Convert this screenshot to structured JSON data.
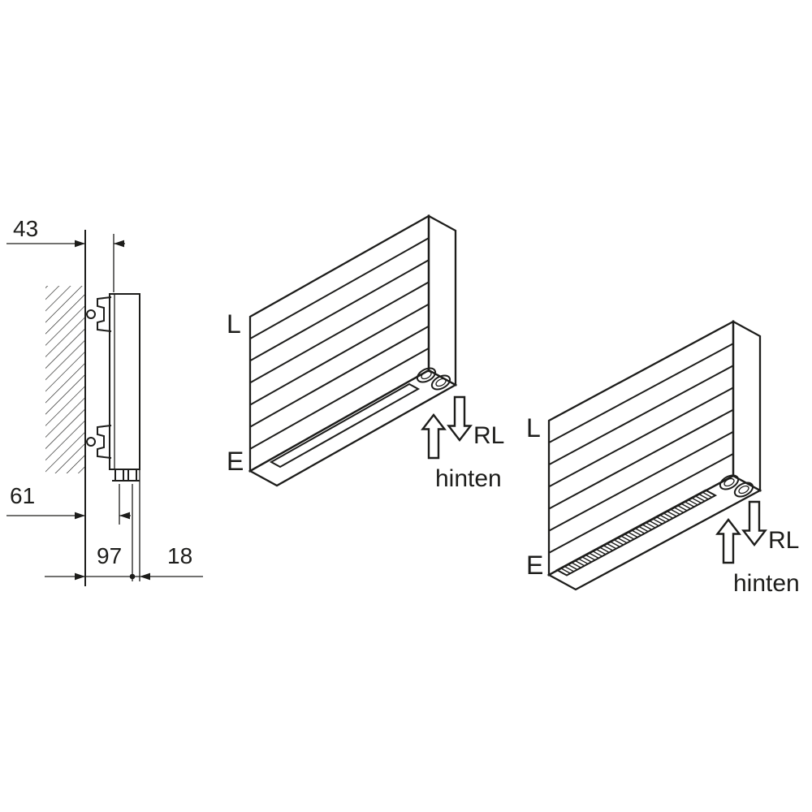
{
  "colors": {
    "line": "#1d1d1b",
    "background": "#ffffff"
  },
  "side_view": {
    "dim_wall_offset": "43",
    "dim_pipe1": "61",
    "dim_pipe2": "97",
    "dim_front": "18"
  },
  "radiator_plain": {
    "label_supply": "L",
    "label_return": "E",
    "flow_label": "RL",
    "position_label": "hinten"
  },
  "radiator_grille": {
    "label_supply": "L",
    "label_return": "E",
    "flow_label": "RL",
    "position_label": "hinten"
  }
}
